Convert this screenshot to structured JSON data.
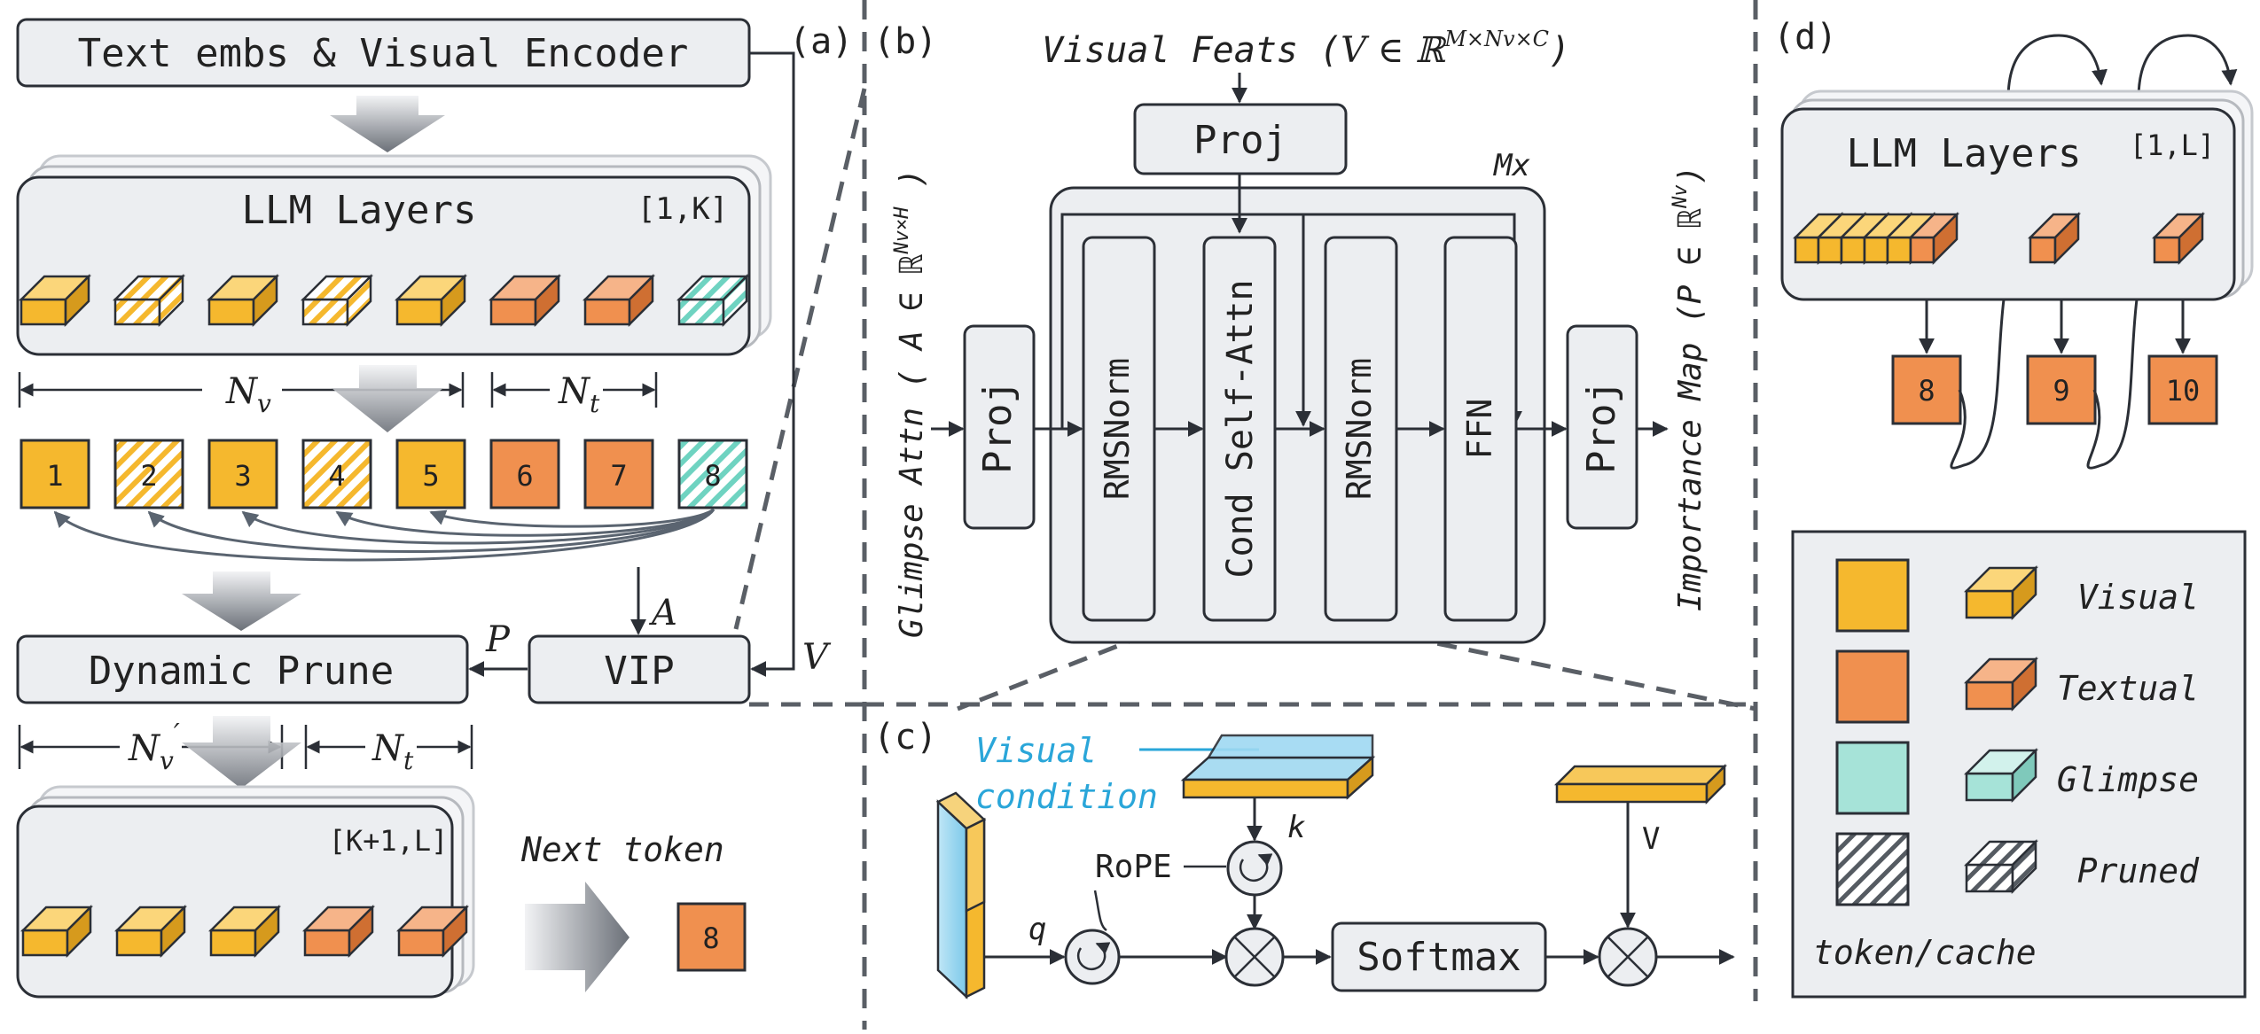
{
  "colors": {
    "visual": "#f5b82e",
    "textual": "#f0904f",
    "glimpse": "#a6e3d8",
    "pruned_hatch": "#555b62",
    "condition_blue": "#2aa6d9",
    "panel_fill": "#eceef1"
  },
  "panel_a": {
    "label": "(a)",
    "encoder": "Text embs & Visual Encoder",
    "llm_top_title": "LLM Layers",
    "llm_top_range": "[1,K]",
    "nv_label": "N",
    "nv_sub": "v",
    "nt_label": "N",
    "nt_sub": "t",
    "tokens": [
      "1",
      "2",
      "3",
      "4",
      "5",
      "6",
      "7",
      "8"
    ],
    "a_label": "A",
    "p_label": "P",
    "v_label": "V",
    "prune": "Dynamic Prune",
    "vip": "VIP",
    "nvp_label": "N",
    "nvp_sub": "v",
    "nvp_prime": "′",
    "nt2_label": "N",
    "nt2_sub": "t",
    "llm_bot_title": "LLM Layers",
    "llm_bot_range": "[K+1,L]",
    "next_token": "Next token",
    "next_token_value": "8"
  },
  "panel_b": {
    "label": "(b)",
    "visual_feats": "Visual Feats (",
    "visual_feats_math": "V ∈ ℝ",
    "visual_feats_sup": "M×Nv×C",
    "visual_feats_close": ")",
    "proj_top": "Proj",
    "mx": "Mx",
    "glimpse_attn": "Glimpse Attn ( A ∈ ℝ",
    "glimpse_sup": "Nv×H",
    "glimpse_close": " )",
    "proj_left": "Proj",
    "rmsnorm1": "RMSNorm",
    "cond_attn": "Cond Self-Attn",
    "rmsnorm2": "RMSNorm",
    "ffn": "FFN",
    "proj_right": "Proj",
    "importance": "Importance Map (P ∈ ℝ",
    "importance_sup": "Nv",
    "importance_close": ")"
  },
  "panel_c": {
    "label": "(c)",
    "visual_condition_1": "Visual",
    "visual_condition_2": "condition",
    "k": "k",
    "v": "V",
    "q": "q",
    "rope": "RoPE",
    "softmax": "Softmax"
  },
  "panel_d": {
    "label": "(d)",
    "llm_title": "LLM Layers",
    "llm_range": "[1,L]",
    "outputs": [
      "8",
      "9",
      "10"
    ]
  },
  "legend": {
    "items": [
      "Visual",
      "Textual",
      "Glimpse",
      "Pruned"
    ],
    "footer": "token/cache"
  }
}
